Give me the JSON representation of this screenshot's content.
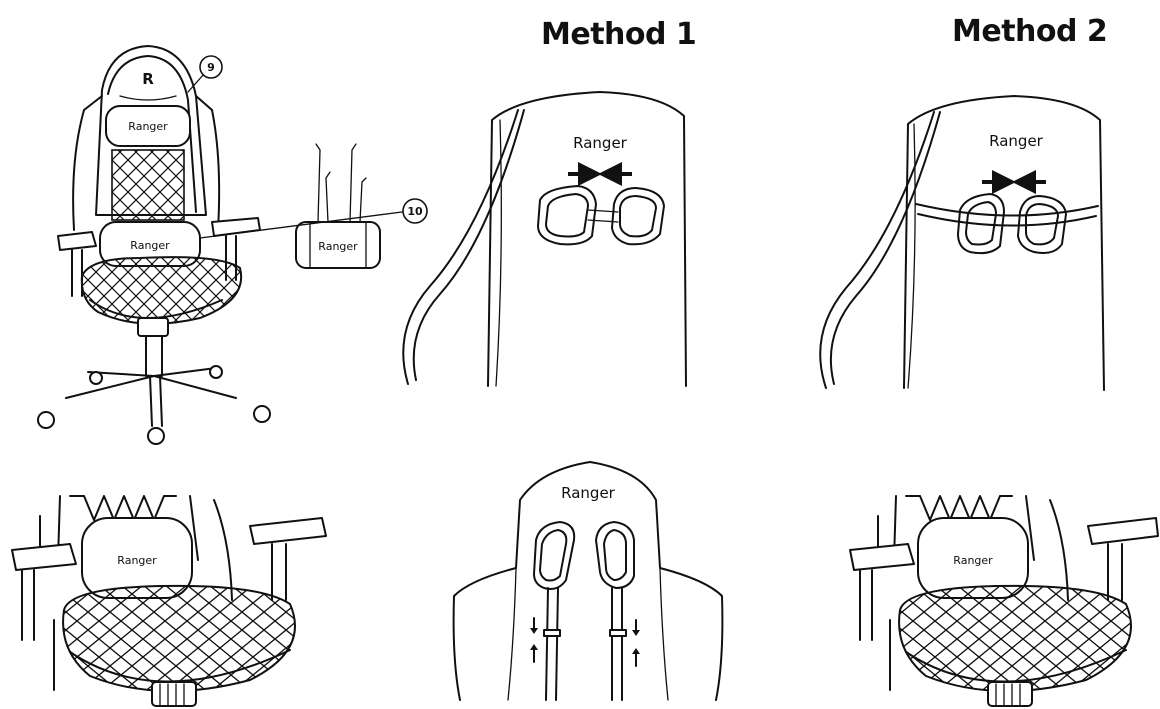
{
  "headings": {
    "method1": "Method 1",
    "method2": "Method 2"
  },
  "callouts": {
    "headrest": "9",
    "lumbar": "10"
  },
  "brand": {
    "chair_headrest": "Ranger",
    "chair_pillow": "Ranger",
    "lumbar_pillow": "Ranger",
    "method1_back": "Ranger",
    "method2_back": "Ranger",
    "method1_rear": "Ranger",
    "bottom_left_pillow": "Ranger",
    "bottom_right_pillow": "Ranger"
  }
}
